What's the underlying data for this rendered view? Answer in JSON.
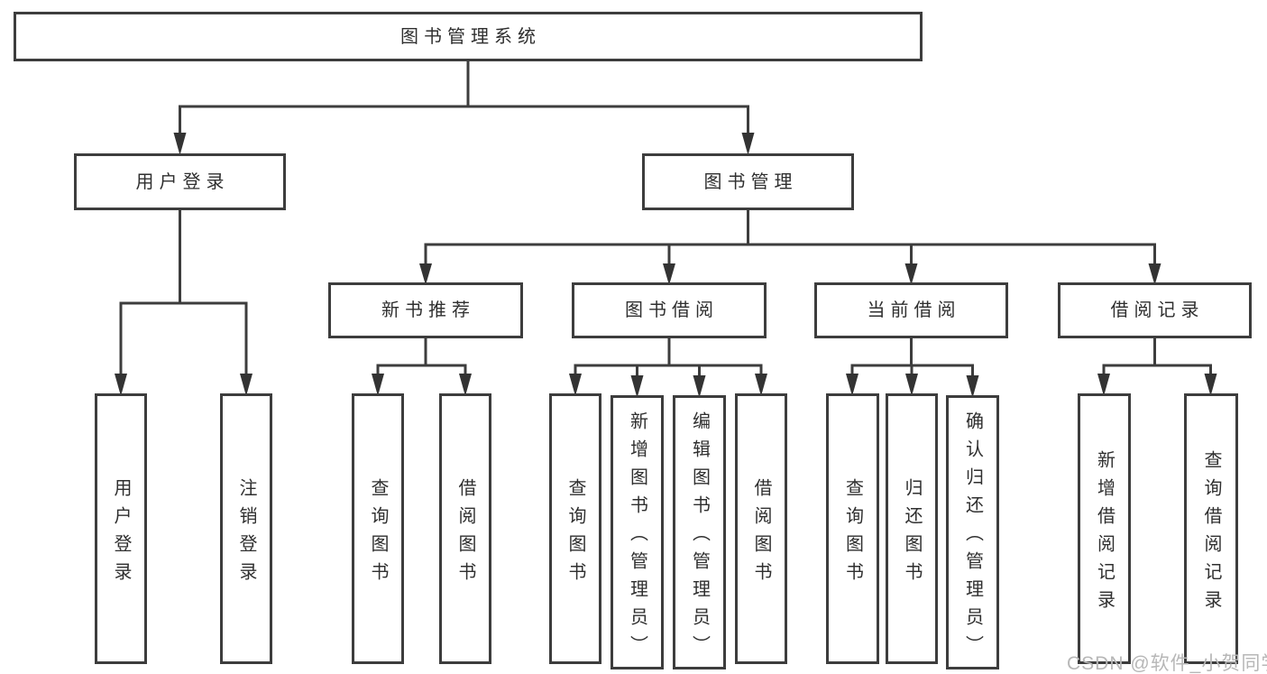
{
  "colors": {
    "background": "#ffffff",
    "line": "#3d3d3d",
    "arrow": "#333333",
    "text": "#2f2f2f",
    "watermark": "#b7b7b7"
  },
  "tree": {
    "root": {
      "label": "图书管理系统",
      "children": [
        {
          "label": "用户登录",
          "children": [
            {
              "label": "用户登录"
            },
            {
              "label": "注销登录"
            }
          ]
        },
        {
          "label": "图书管理",
          "children": [
            {
              "label": "新书推荐",
              "children": [
                {
                  "label": "查询图书"
                },
                {
                  "label": "借阅图书"
                }
              ]
            },
            {
              "label": "图书借阅",
              "children": [
                {
                  "label": "查询图书"
                },
                {
                  "label": "新增图书（管理员）"
                },
                {
                  "label": "编辑图书（管理员）"
                },
                {
                  "label": "借阅图书"
                }
              ]
            },
            {
              "label": "当前借阅",
              "children": [
                {
                  "label": "查询图书"
                },
                {
                  "label": "归还图书"
                },
                {
                  "label": "确认归还（管理员）"
                }
              ]
            },
            {
              "label": "借阅记录",
              "children": [
                {
                  "label": "新增借阅记录"
                },
                {
                  "label": "查询借阅记录"
                }
              ]
            }
          ]
        }
      ]
    }
  },
  "watermark": {
    "text": "CSDN @软件_小贺同学"
  }
}
